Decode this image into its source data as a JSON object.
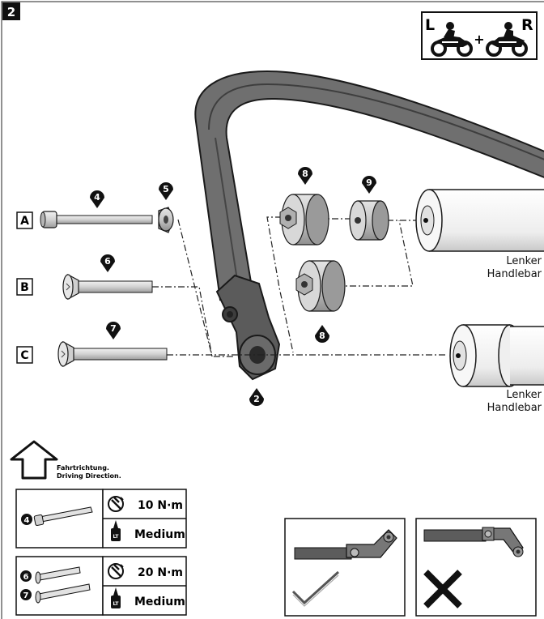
{
  "step": {
    "number": "2"
  },
  "sides": {
    "left": "L",
    "plus": "+",
    "right": "R"
  },
  "variants": [
    "A",
    "B",
    "C"
  ],
  "callouts": {
    "c4": "4",
    "c5": "5",
    "c6": "6",
    "c7": "7",
    "c8a": "8",
    "c8b": "8",
    "c9": "9",
    "c2": "2"
  },
  "handlebar_labels": {
    "upper": {
      "de": "Lenker",
      "en": "Handlebar"
    },
    "lower": {
      "de": "Lenker",
      "en": "Handlebar"
    }
  },
  "direction": {
    "de": "Fahrtrichtung.",
    "en": "Driving Direction."
  },
  "torque_specs": [
    {
      "parts": [
        "4"
      ],
      "torque": "10 N·m",
      "threadlock": "Medium",
      "threadlock_badge": "LT"
    },
    {
      "parts": [
        "6",
        "7"
      ],
      "torque": "20 N·m",
      "threadlock": "Medium",
      "threadlock_badge": "LT"
    }
  ],
  "colors": {
    "guard": "#6e6e6e",
    "guard_dark": "#474747",
    "part": "#c8c8c8",
    "part_dark": "#9a9a9a",
    "outline": "#1a1a1a"
  },
  "icons": {
    "rider": "motorcycle-rider-icon",
    "torque": "torque-wrench-icon",
    "threadlock": "threadlocker-bottle-icon",
    "correct": "check-mark-icon",
    "incorrect": "cross-mark-icon",
    "direction": "arrow-up-outline-icon"
  }
}
